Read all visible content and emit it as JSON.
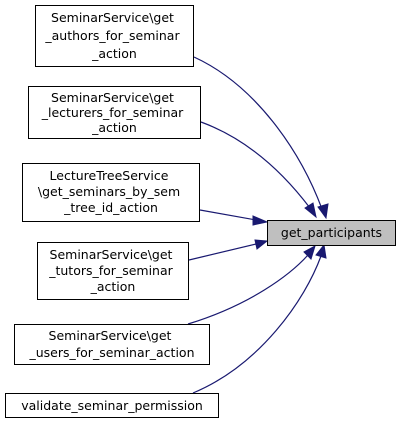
{
  "diagram": {
    "target": {
      "label": "get_participants"
    },
    "callers": [
      {
        "lines": [
          "SeminarService\\get",
          "_authors_for_seminar",
          "_action"
        ]
      },
      {
        "lines": [
          "SeminarService\\get",
          "_lecturers_for_seminar",
          "_action"
        ]
      },
      {
        "lines": [
          "LectureTreeService",
          "\\get_seminars_by_sem",
          "_tree_id_action"
        ]
      },
      {
        "lines": [
          "SeminarService\\get",
          "_tutors_for_seminar",
          "_action"
        ]
      },
      {
        "lines": [
          "SeminarService\\get",
          "_users_for_seminar_action"
        ]
      },
      {
        "lines": [
          "validate_seminar_permission"
        ]
      }
    ],
    "colors": {
      "edge": "#191970",
      "target_fill": "#bfbfbf",
      "node_fill": "#ffffff",
      "border": "#000000"
    }
  }
}
